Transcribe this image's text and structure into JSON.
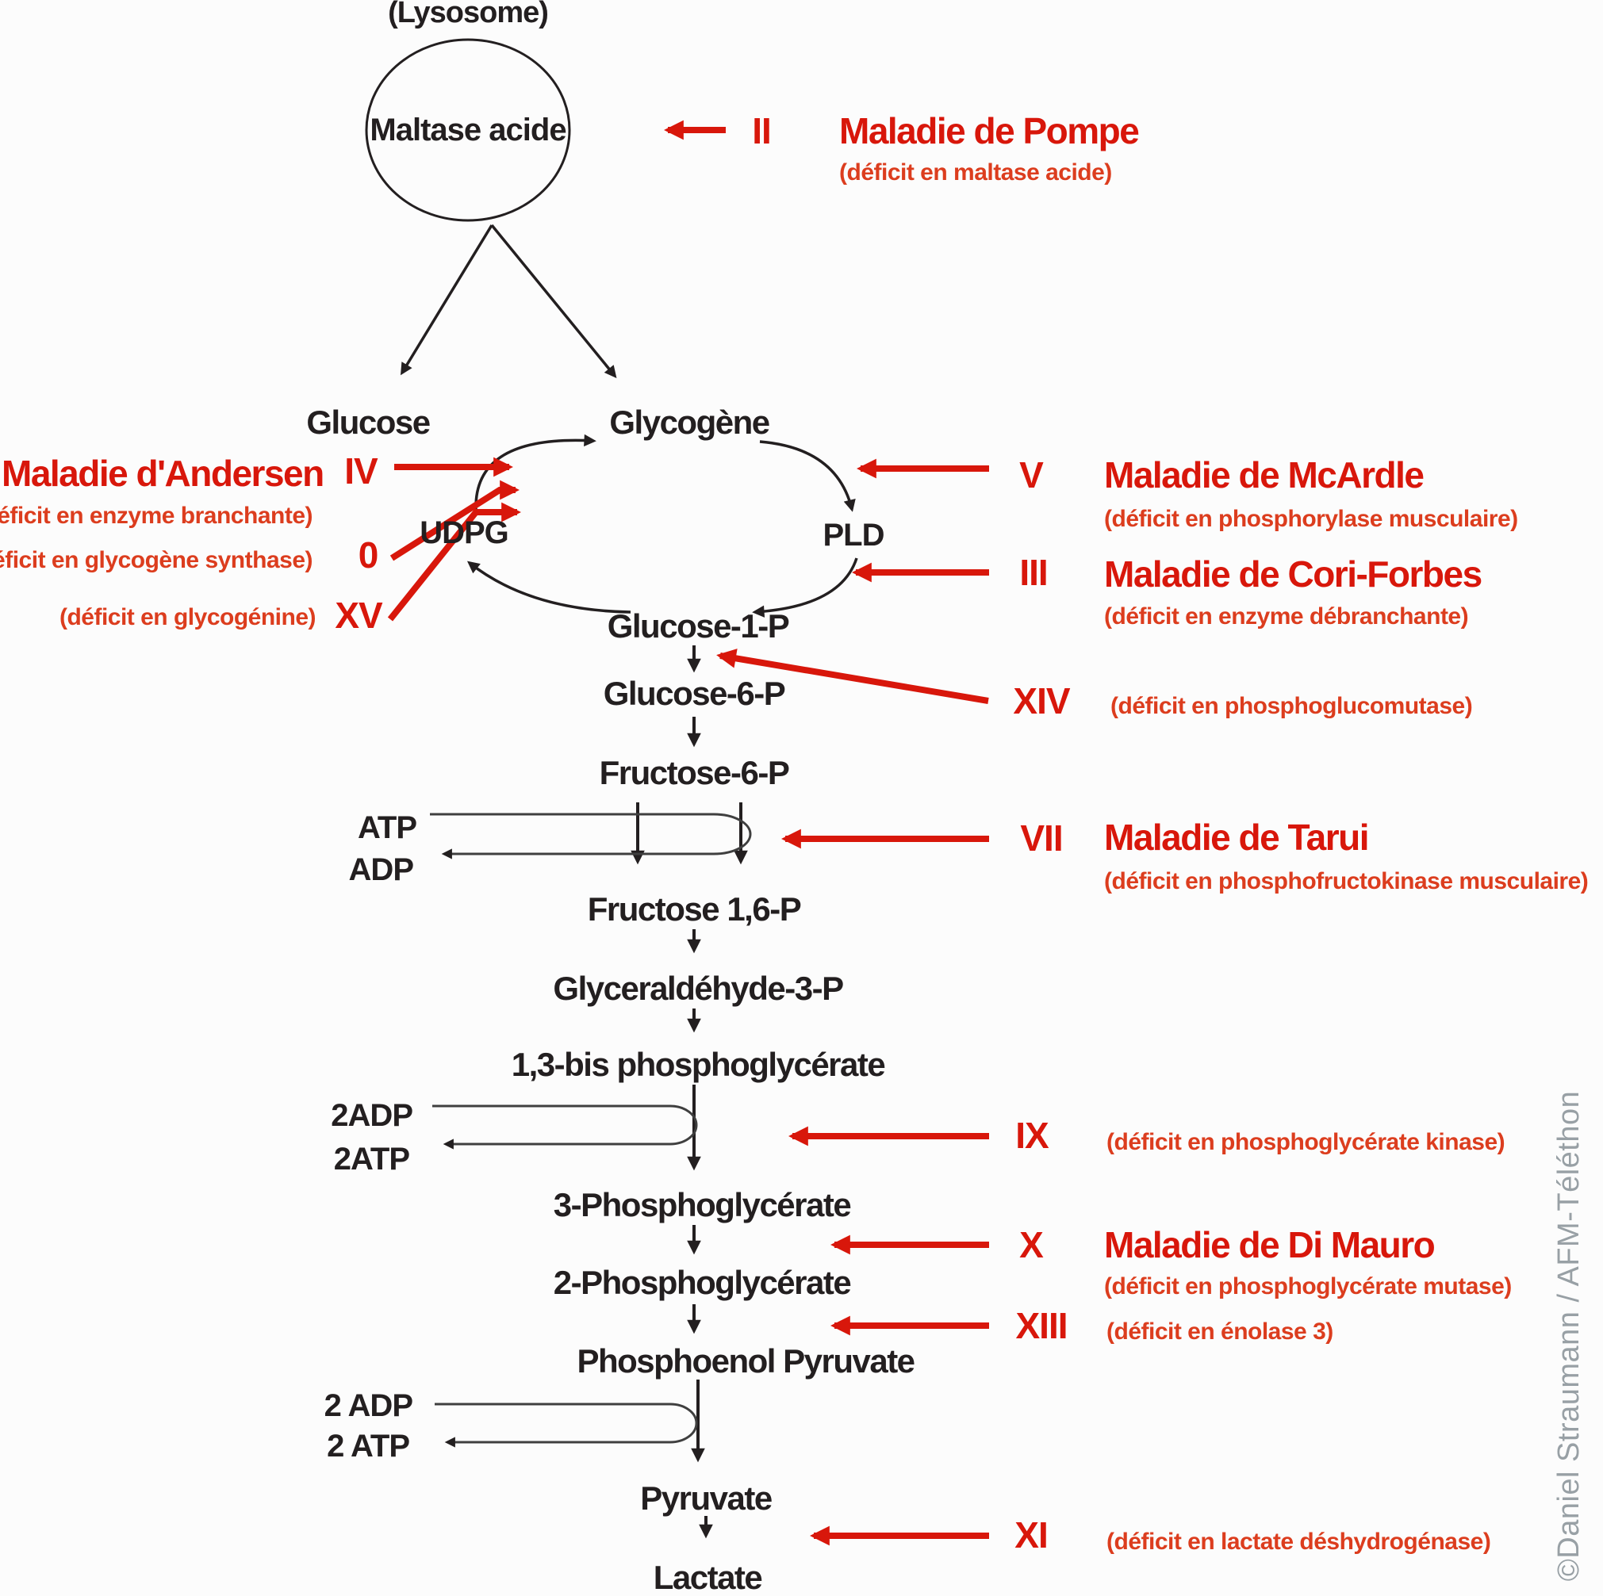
{
  "organelle": {
    "label": "(Lysosome)",
    "enzyme": "Maltase acide"
  },
  "nodes": {
    "glucose": "Glucose",
    "glycogene": "Glycogène",
    "udpg": "UDPG",
    "pld": "PLD",
    "g1p": "Glucose-1-P",
    "g6p": "Glucose-6-P",
    "f6p": "Fructose-6-P",
    "f16p": "Fructose 1,6-P",
    "ga3p": "Glyceraldéhyde-3-P",
    "bpg13": "1,3-bis phosphoglycérate",
    "pg3": "3-Phosphoglycérate",
    "pg2": "2-Phosphoglycérate",
    "pep": "Phosphoenol Pyruvate",
    "pyruvate": "Pyruvate",
    "lactate": "Lactate"
  },
  "cofactors": {
    "atp1": "ATP",
    "adp1": "ADP",
    "adp2": "2ADP",
    "atp2": "2ATP",
    "adp3": "2 ADP",
    "atp3": "2 ATP"
  },
  "diseases": {
    "pompe": {
      "numeral": "II",
      "name": "Maladie de Pompe",
      "deficit": "(déficit en maltase acide)"
    },
    "andersen": {
      "numeral": "IV",
      "name": "Maladie d'Andersen",
      "deficit": "(déficit en enzyme branchante)"
    },
    "synthase": {
      "numeral": "0",
      "deficit": "(déficit en glycogène synthase)"
    },
    "glycogenine": {
      "numeral": "XV",
      "deficit": "(déficit en glycogénine)"
    },
    "mcardle": {
      "numeral": "V",
      "name": "Maladie de McArdle",
      "deficit": "(déficit en phosphorylase musculaire)"
    },
    "cori": {
      "numeral": "III",
      "name": "Maladie de Cori-Forbes",
      "deficit": "(déficit en enzyme débranchante)"
    },
    "pgm": {
      "numeral": "XIV",
      "deficit": "(déficit en phosphoglucomutase)"
    },
    "tarui": {
      "numeral": "VII",
      "name": "Maladie de Tarui",
      "deficit": "(déficit en phosphofructokinase musculaire)"
    },
    "pgk": {
      "numeral": "IX",
      "deficit": "(déficit en phosphoglycérate kinase)"
    },
    "dimauro": {
      "numeral": "X",
      "name": "Maladie de Di Mauro",
      "deficit": "(déficit en phosphoglycérate mutase)"
    },
    "enolase": {
      "numeral": "XIII",
      "deficit": "(déficit en énolase 3)"
    },
    "ldh": {
      "numeral": "XI",
      "deficit": "(déficit en lactate déshydrogénase)"
    }
  },
  "watermark": "©Daniel Straumann / AFM-Téléthon",
  "colors": {
    "red": "#d8170b",
    "red_soft": "#dc3d1e",
    "ink": "#231f20",
    "gray": "#98a0a5"
  }
}
